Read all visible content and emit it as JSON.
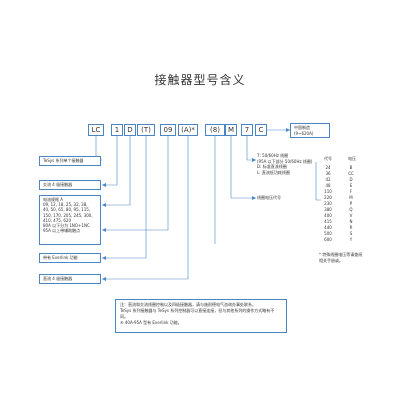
{
  "title": "接触器型号含义",
  "code_parts": [
    "LC",
    "1",
    "D",
    "(T)",
    "09",
    "(A)*",
    "(8)",
    "M",
    "7",
    "C"
  ],
  "right_label": "中国制造\n(9~620A)",
  "left_labels": [
    "TeSys 系列单个接触器",
    "交流 4 极接触器",
    "电流规格 A\n09, 12, 18, 25, 32, 38,\n40, 50, 65, 80, 95, 115,\n150, 170, 205, 245, 300,\n410, 475, 620\n80A 以下分为 1NO+1NC\n95A 以上带辅助触点",
    "带有 Everlink 功能",
    "直流 4 极接触器"
  ],
  "coil_desc": "7: 50/60Hz 线圈\n(95A 以下部分 50/60Hz 线圈)\nD: 标准直流线圈\nL: 直流低功耗线圈",
  "voltage_code_label": "线圈电压代号",
  "voltage_table": {
    "headers": [
      "代号",
      "电压"
    ],
    "voltages": [
      "24",
      "36",
      "42",
      "48",
      "110",
      "220",
      "230",
      "380",
      "400",
      "415",
      "440",
      "500",
      "600"
    ],
    "codes": [
      "B",
      "CC",
      "D",
      "E",
      "F",
      "M",
      "P",
      "Q",
      "V",
      "N",
      "R",
      "S",
      "Y"
    ]
  },
  "table_footnote": "* 特殊线圈电压等请查阅\n相关手册或。",
  "note": "注：直流和交流线圈控制以及四极接触器，请与施耐德电气咨询办事处联系。\nTeSys 系列接触器与 TeSys 系列控制器可以直接连接，但与其他系列的操作方式略有不同。\n④ 40A-95A 型有 Everlink 功能。"
}
